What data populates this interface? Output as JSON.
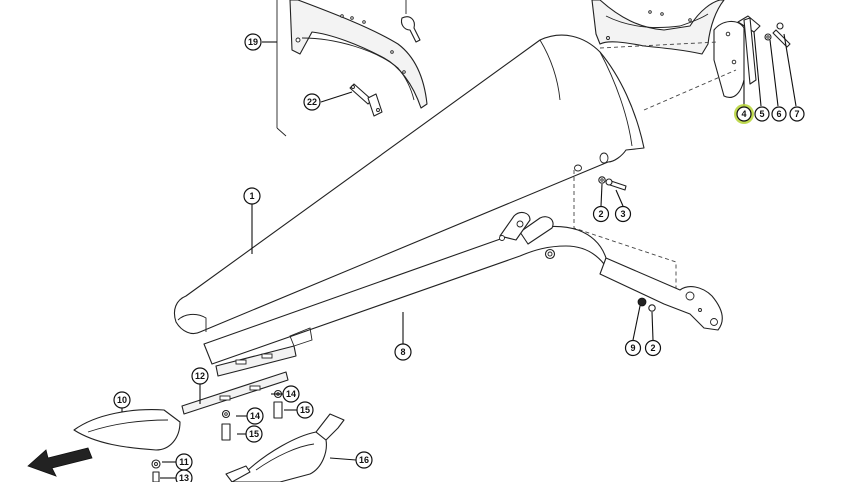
{
  "diagram": {
    "callouts": [
      {
        "id": "c19",
        "label": "19",
        "highlight": false
      },
      {
        "id": "c22",
        "label": "22",
        "highlight": false
      },
      {
        "id": "c1",
        "label": "1",
        "highlight": false
      },
      {
        "id": "c4",
        "label": "4",
        "highlight": true
      },
      {
        "id": "c5",
        "label": "5",
        "highlight": false
      },
      {
        "id": "c6",
        "label": "6",
        "highlight": false
      },
      {
        "id": "c7",
        "label": "7",
        "highlight": false
      },
      {
        "id": "c2a",
        "label": "2",
        "highlight": false
      },
      {
        "id": "c3",
        "label": "3",
        "highlight": false
      },
      {
        "id": "c8",
        "label": "8",
        "highlight": false
      },
      {
        "id": "c9",
        "label": "9",
        "highlight": false
      },
      {
        "id": "c2b",
        "label": "2",
        "highlight": false
      },
      {
        "id": "c12",
        "label": "12",
        "highlight": false
      },
      {
        "id": "c10",
        "label": "10",
        "highlight": false
      },
      {
        "id": "c14a",
        "label": "14",
        "highlight": false
      },
      {
        "id": "c14b",
        "label": "14",
        "highlight": false
      },
      {
        "id": "c15a",
        "label": "15",
        "highlight": false
      },
      {
        "id": "c15b",
        "label": "15",
        "highlight": false
      },
      {
        "id": "c11",
        "label": "11",
        "highlight": false
      },
      {
        "id": "c13",
        "label": "13",
        "highlight": false
      },
      {
        "id": "c16",
        "label": "16",
        "highlight": false
      }
    ],
    "highlight_color": "#b5d334",
    "direction_arrow": "arrow-down-left-icon"
  }
}
